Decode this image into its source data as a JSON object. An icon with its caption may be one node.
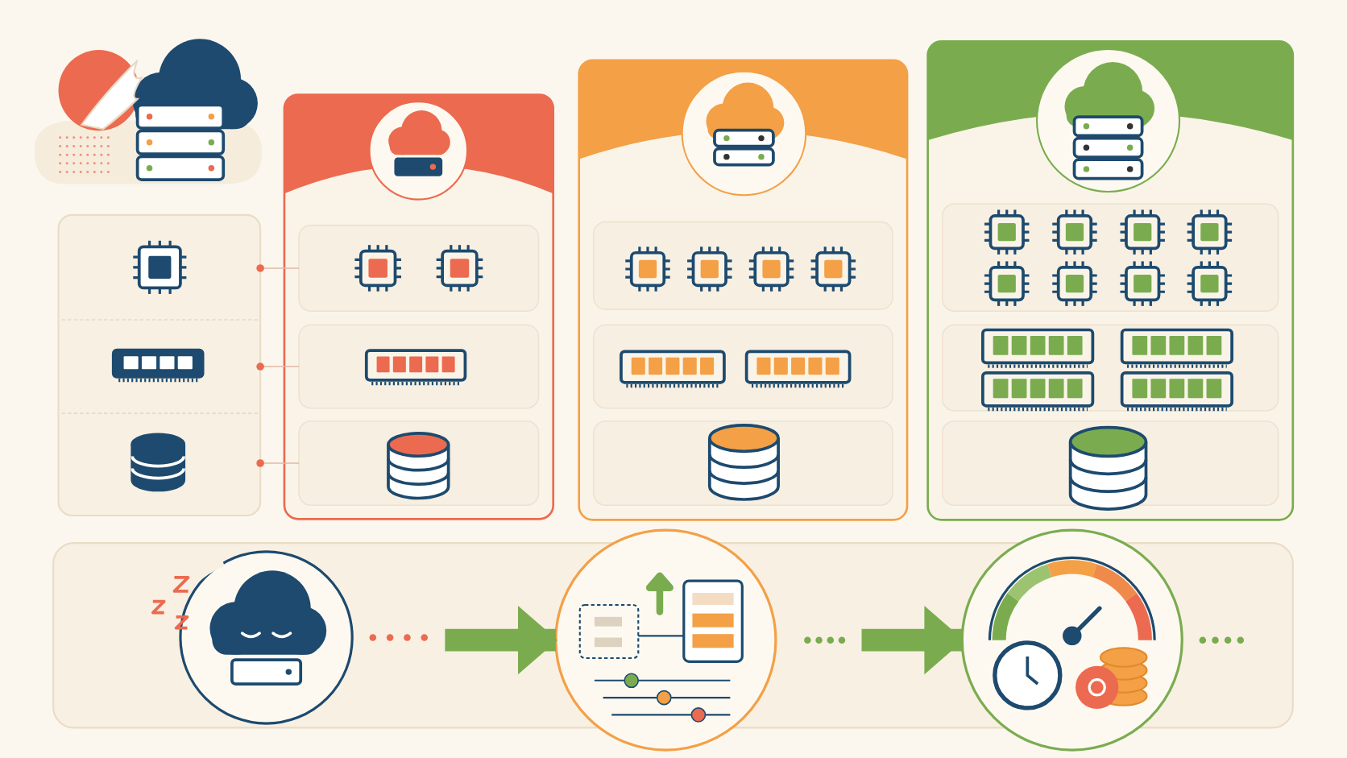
{
  "diagram": {
    "nodes": [
      {
        "text": [],
        "shape": "box"
      },
      {
        "text": [],
        "shape": "box"
      },
      {
        "text": [],
        "shape": "box",
        "in": 1
      },
      {
        "text": [],
        "shape": "box",
        "in": 1
      },
      {
        "text": [],
        "shape": "box",
        "in": 1
      },
      {
        "text": [],
        "shape": "box"
      },
      {
        "text": [],
        "shape": "box",
        "in": 5
      },
      {
        "text": [],
        "shape": "box",
        "in": 5
      },
      {
        "text": [],
        "shape": "box",
        "in": 5
      },
      {
        "text": [],
        "shape": "box"
      },
      {
        "text": [],
        "shape": "box",
        "in": 9
      },
      {
        "text": [],
        "shape": "box",
        "in": 9
      },
      {
        "text": [],
        "shape": "box",
        "in": 9
      },
      {
        "text": [],
        "shape": "circle"
      },
      {
        "text": [],
        "shape": "circle"
      },
      {
        "text": [],
        "shape": "circle"
      }
    ],
    "edges": [
      {
        "from": 0,
        "to": 2,
        "arrow": "other"
      },
      {
        "from": 0,
        "to": 3,
        "arrow": "other"
      },
      {
        "from": 0,
        "to": 4,
        "arrow": "other"
      },
      {
        "from": 13,
        "to": 14,
        "arrow": "to",
        "style": "thick",
        "color": "#7aac4f"
      },
      {
        "from": 14,
        "to": 15,
        "arrow": "to",
        "style": "thick",
        "color": "#7aac4f"
      }
    ]
  }
}
